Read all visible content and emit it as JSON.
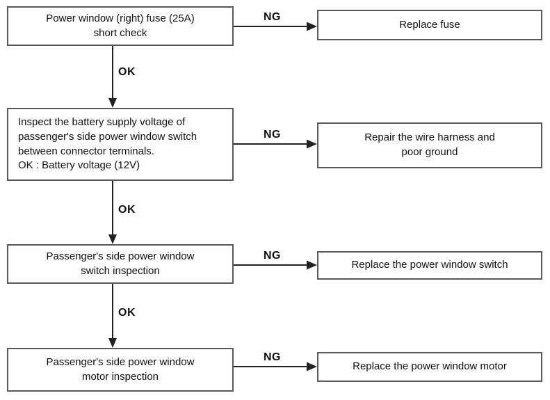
{
  "flow": {
    "edge_labels": {
      "pass": "OK",
      "fail": "NG"
    },
    "steps": [
      {
        "text": "Power window (right) fuse (25A)\nshort check",
        "fail_action": "Replace fuse"
      },
      {
        "text": "Inspect the battery supply voltage of\npassenger's side power window switch\nbetween connector terminals.\nOK : Battery voltage (12V)",
        "fail_action": "Repair the wire harness and\npoor ground"
      },
      {
        "text": "Passenger's side power window\nswitch inspection",
        "fail_action": "Replace the power window switch"
      },
      {
        "text": "Passenger's side power window\nmotor inspection",
        "fail_action": "Replace the power window motor"
      }
    ],
    "colors": {
      "border": "#595959",
      "line": "#222222",
      "text": "#111111",
      "background": "#ffffff"
    }
  }
}
